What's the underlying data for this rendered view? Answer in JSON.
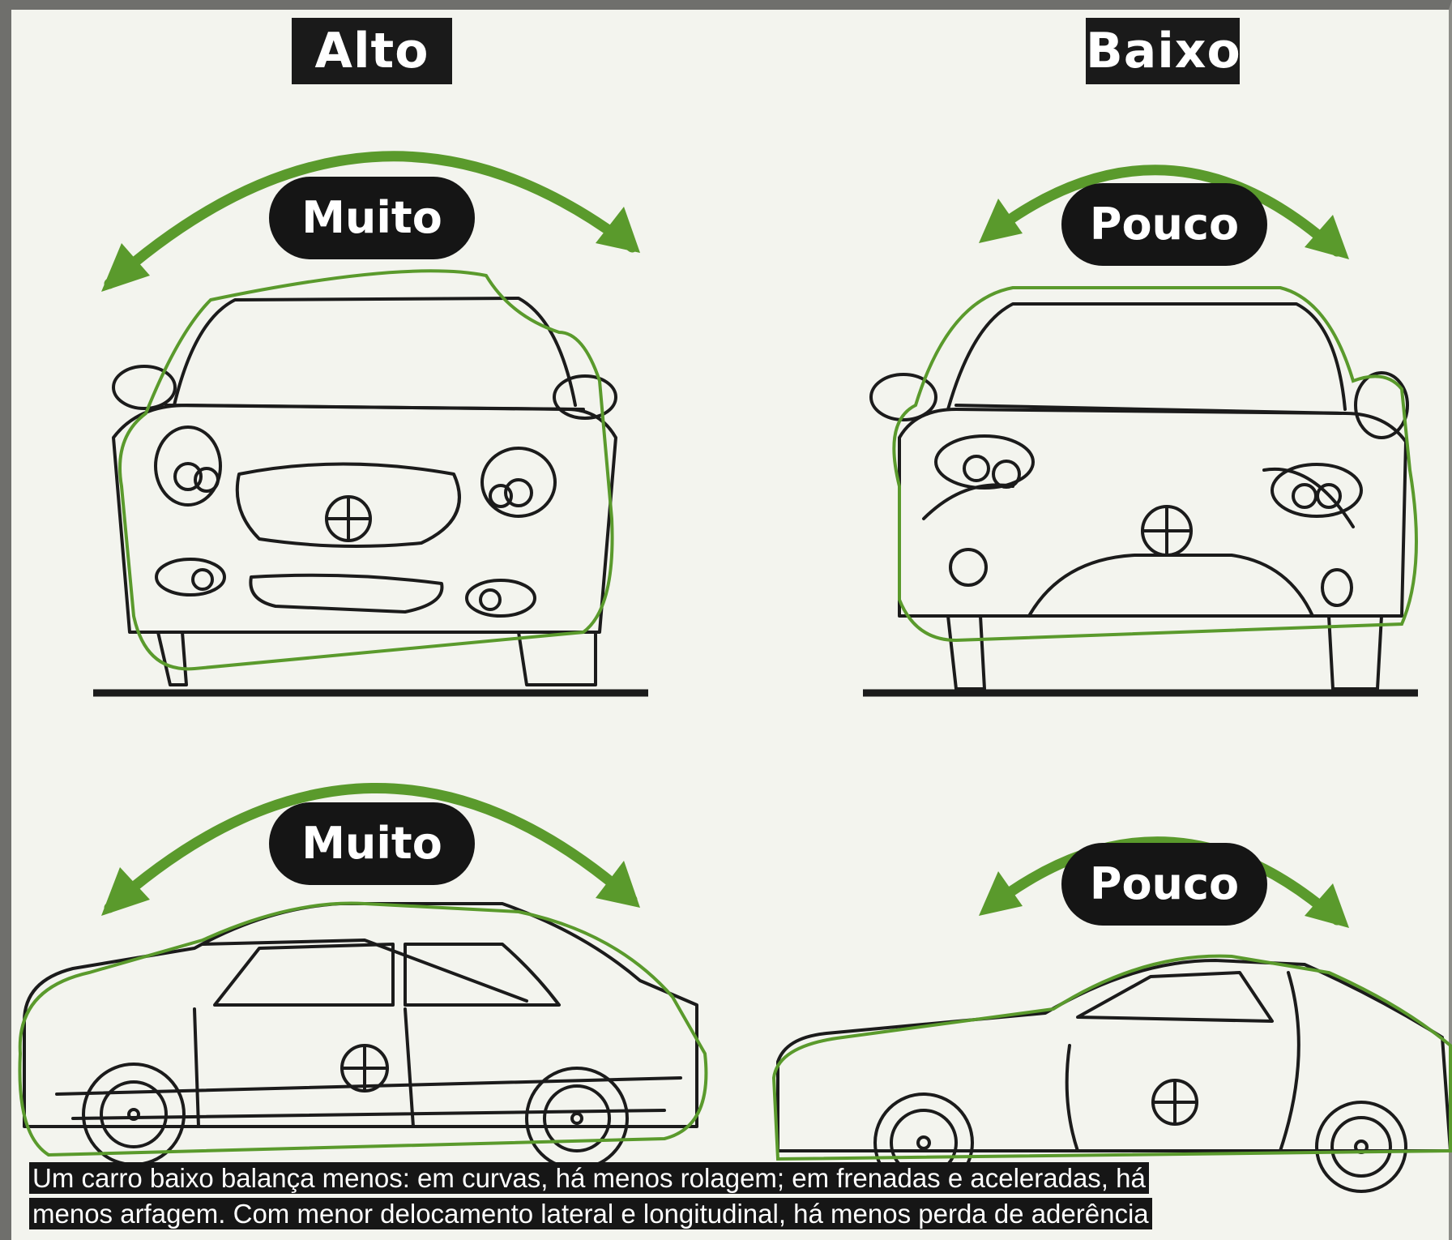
{
  "headings": {
    "high": "Alto",
    "low": "Baixo"
  },
  "labels": {
    "front_high": "Muito",
    "front_low": "Pouco",
    "side_high": "Muito",
    "side_low": "Pouco"
  },
  "caption": {
    "line1": "Um carro baixo balança menos: em curvas, há menos rolagem; em frenadas e aceleradas, há",
    "line2": "menos arfagem. Com menor delocamento lateral e longitudinal, há menos perda de aderência"
  },
  "colors": {
    "arrow": "#5a9a2c",
    "outline": "#1b1b1b",
    "label_bg": "#151515"
  }
}
